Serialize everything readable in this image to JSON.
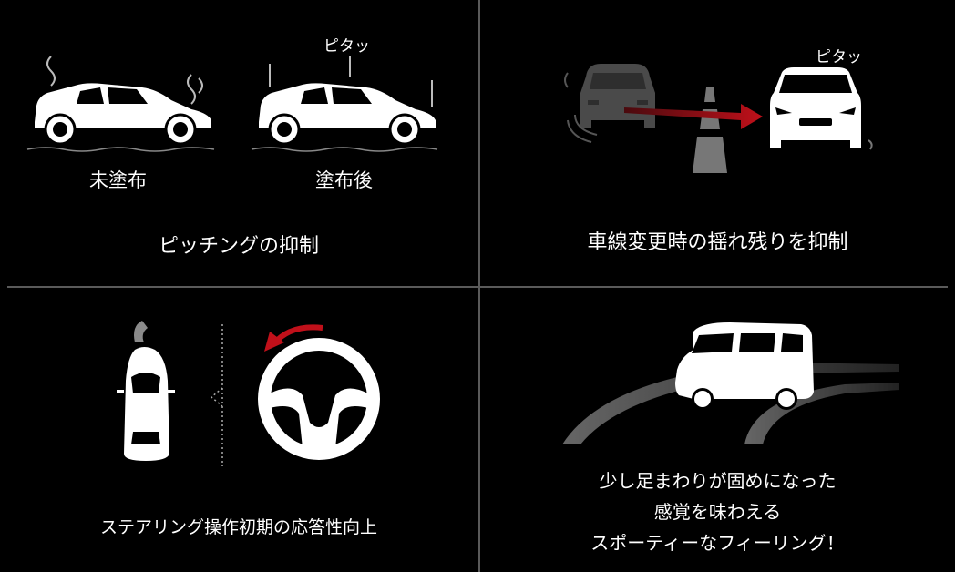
{
  "panels": {
    "top_left": {
      "label_before": "未塗布",
      "label_after": "塗布後",
      "tag": "ピタッ",
      "caption": "ピッチングの抑制"
    },
    "top_right": {
      "tag": "ピタッ",
      "caption": "車線変更時の揺れ残りを抑制"
    },
    "bottom_left": {
      "caption": "ステアリング操作初期の応答性向上"
    },
    "bottom_right": {
      "caption_line1": "少し足まわりが固めになった",
      "caption_line2": "感覚を味わえる",
      "caption_line3": "スポーティーなフィーリング！"
    }
  },
  "colors": {
    "background": "#000000",
    "divider": "#5a5a5a",
    "accent_red": "#c0101a",
    "ghost_car": "#4a4a4a",
    "road_gray": "#666666"
  }
}
